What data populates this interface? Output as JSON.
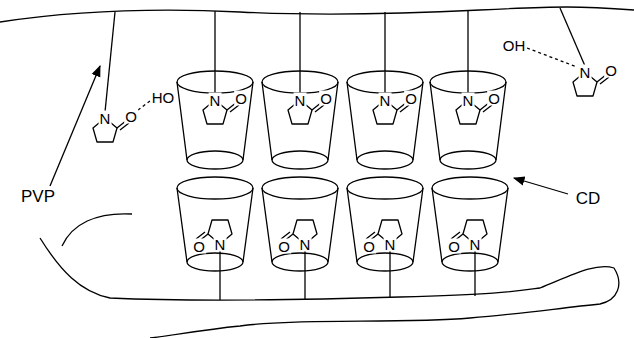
{
  "diagram": {
    "labels": [
      "PVP",
      "N",
      "O",
      "HO",
      "N",
      "O",
      "N",
      "O",
      "N",
      "O",
      "N",
      "O",
      "OH",
      "N",
      "O",
      "O",
      "N",
      "O",
      "N",
      "O",
      "N",
      "O",
      "N",
      "CD"
    ]
  }
}
